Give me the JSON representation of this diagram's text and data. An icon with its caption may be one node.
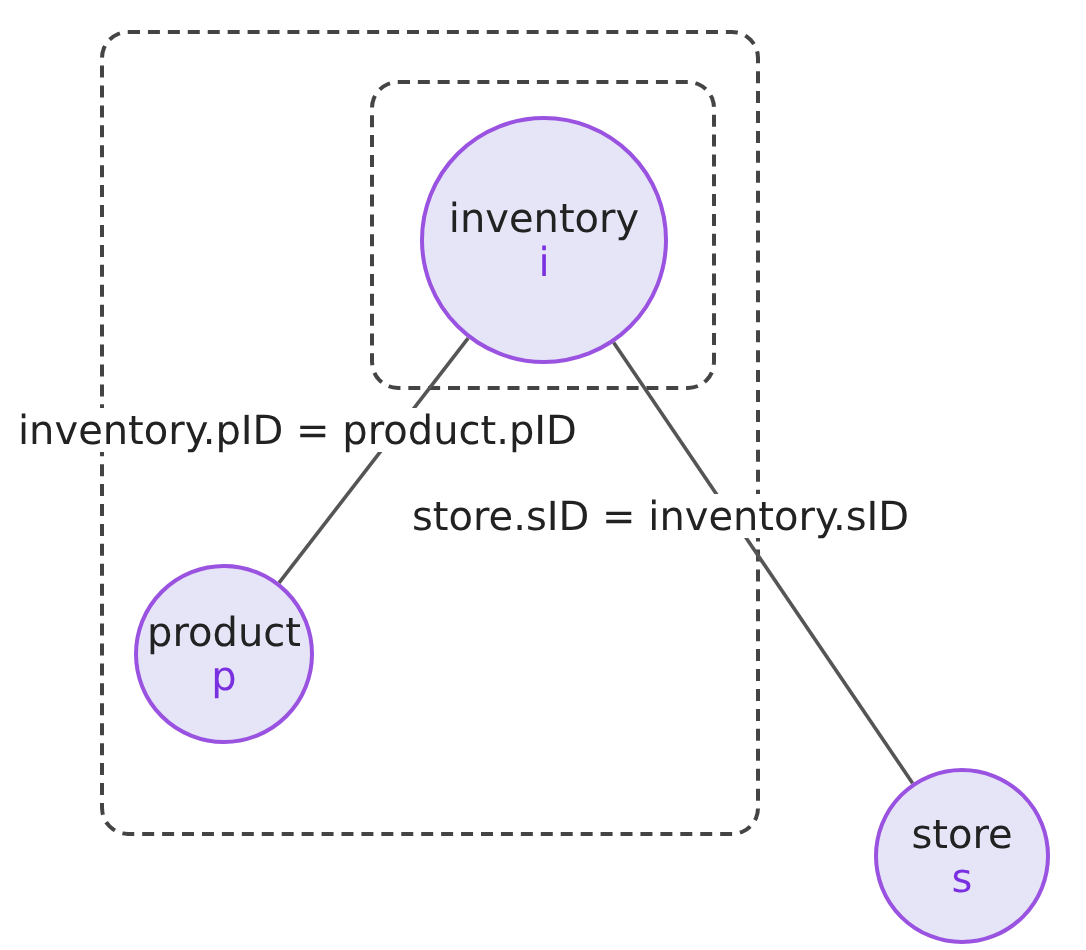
{
  "diagram": {
    "nodes": [
      {
        "text": [],
        "shape": "box"
      },
      {
        "text": [],
        "shape": "box",
        "in": 0
      },
      {
        "text": [
          "inventory",
          "i"
        ],
        "in": 1
      },
      {
        "text": [
          "product",
          "p"
        ],
        "in": 0
      },
      {
        "text": [
          "store",
          "s"
        ]
      }
    ],
    "edges": [
      {
        "from": 2,
        "to": 3,
        "arrow": "none",
        "label": "inventory.pID = product.pID"
      },
      {
        "from": 2,
        "to": 4,
        "arrow": "none",
        "label": "store.sID = inventory.sID"
      }
    ]
  }
}
